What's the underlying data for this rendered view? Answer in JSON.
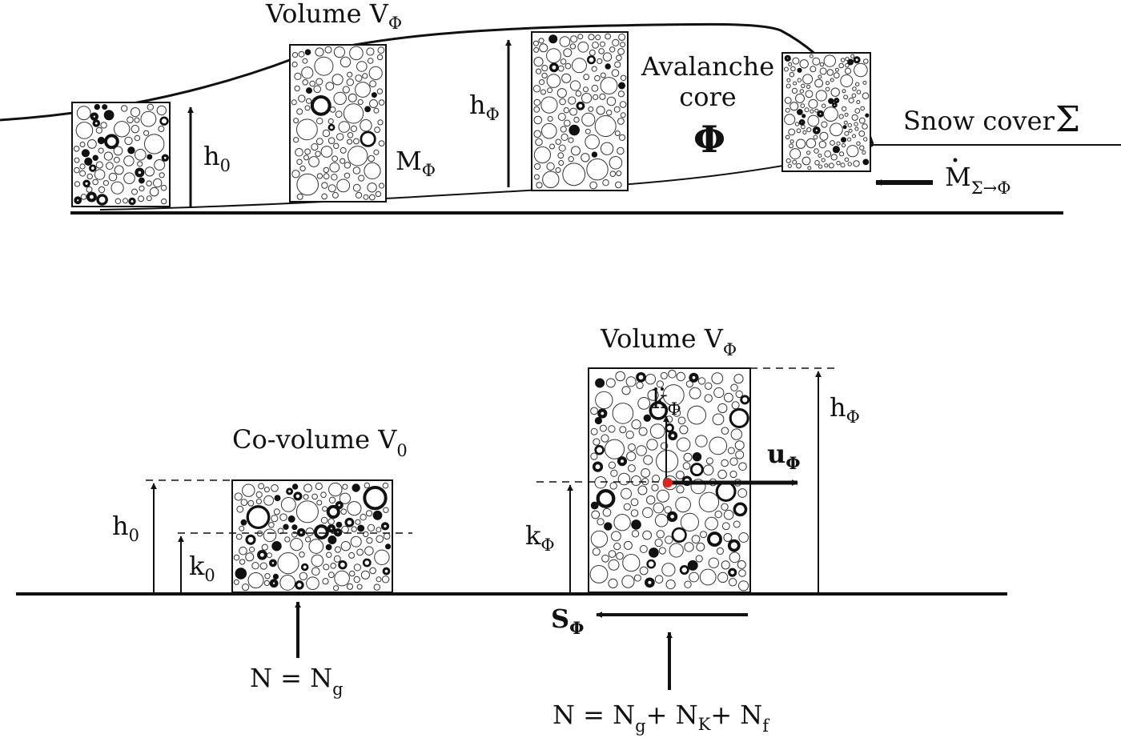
{
  "top": {
    "volume_label": "Volume V",
    "volume_sub": "Φ",
    "h0_label": "h",
    "h0_sub": "0",
    "mass_label": "M",
    "mass_sub": "Φ",
    "hphi_label": "h",
    "hphi_sub": "Φ",
    "core_line1": "Avalanche",
    "core_line2": "core",
    "core_symbol": "Φ",
    "snow_label": "Snow cover",
    "snow_symbol": "Σ",
    "entrain_label": "M",
    "entrain_sub": "Σ→Φ"
  },
  "bottom": {
    "covolume_label": "Co-volume V",
    "covolume_sub": "0",
    "h0_label": "h",
    "h0_sub": "0",
    "k0_label": "k",
    "k0_sub": "0",
    "n_left_label": "N = N",
    "n_left_sub": "g",
    "volume_label": "Volume V",
    "volume_sub": "Φ",
    "kdd_label": "k",
    "kdd_sub": "Φ",
    "u_label": "u",
    "u_sub": "Φ",
    "k_label": "k",
    "k_sub": "Φ",
    "h_label": "h",
    "h_sub": "Φ",
    "s_label": "S",
    "s_sub": "Φ",
    "n_right_a": "N = N",
    "n_right_a_sub": "g",
    "n_right_b": "+ N",
    "n_right_b_sub": "K",
    "n_right_c": "+ N",
    "n_right_c_sub": "f"
  },
  "colors": {
    "ink": "#111111",
    "center_of_mass": "#e0231c",
    "background": "#ffffff"
  }
}
